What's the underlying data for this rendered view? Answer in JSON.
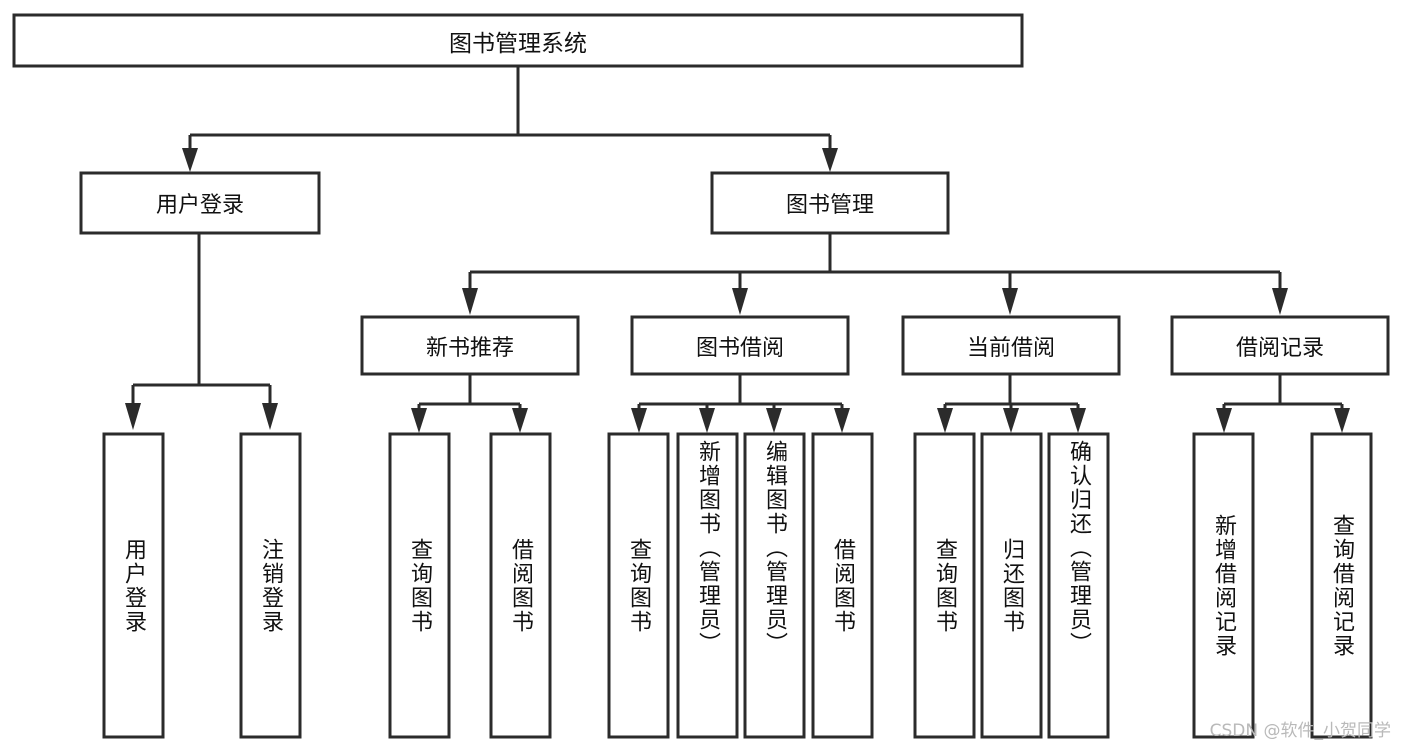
{
  "diagram": {
    "type": "tree",
    "title": "图书管理系统",
    "watermark": "CSDN @软件_小贺同学",
    "colors": {
      "box_stroke": "#2b2b2b",
      "box_fill": "#ffffff",
      "connector": "#2b2b2b",
      "text": "#111111",
      "watermark": "#b9b9b9",
      "background": "#ffffff"
    },
    "root": {
      "label": "图书管理系统"
    },
    "level1": [
      {
        "label": "用户登录"
      },
      {
        "label": "图书管理"
      }
    ],
    "level2": [
      {
        "label": "新书推荐"
      },
      {
        "label": "图书借阅"
      },
      {
        "label": "当前借阅"
      },
      {
        "label": "借阅记录"
      }
    ],
    "leaves": {
      "user_login": [
        {
          "label": "用户登录"
        },
        {
          "label": "注销登录"
        }
      ],
      "new_book": [
        {
          "label": "查询图书"
        },
        {
          "label": "借阅图书"
        }
      ],
      "book_borrow": [
        {
          "label": "查询图书"
        },
        {
          "label": "新增图书（管理员）"
        },
        {
          "label": "编辑图书（管理员）"
        },
        {
          "label": "借阅图书"
        }
      ],
      "current_borrow": [
        {
          "label": "查询图书"
        },
        {
          "label": "归还图书"
        },
        {
          "label": "确认归还（管理员）"
        }
      ],
      "borrow_record": [
        {
          "label": "新增借阅记录"
        },
        {
          "label": "查询借阅记录"
        }
      ]
    }
  }
}
